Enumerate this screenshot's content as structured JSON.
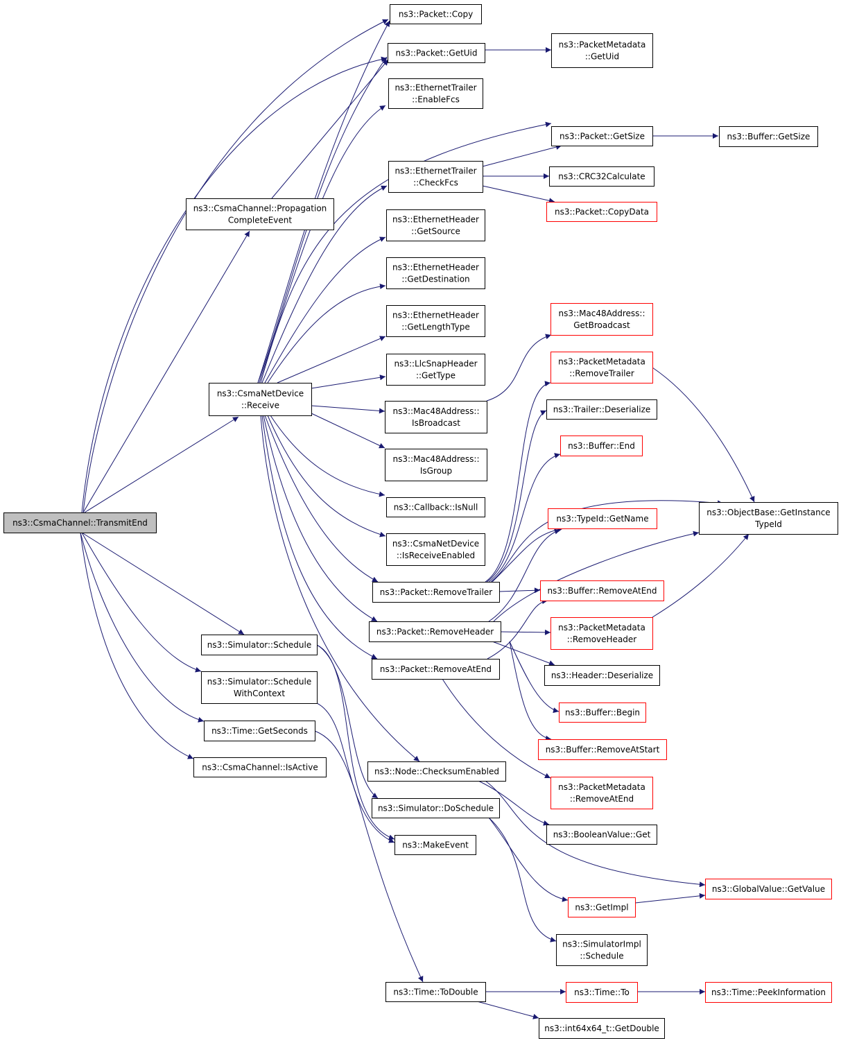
{
  "graph": {
    "edge_color": "#191970",
    "nodes": [
      {
        "id": "transmitend",
        "lines": [
          "ns3::CsmaChannel::TransmitEnd"
        ],
        "style": "current"
      },
      {
        "id": "copy",
        "lines": [
          "ns3::Packet::Copy"
        ],
        "style": "normal"
      },
      {
        "id": "getuid",
        "lines": [
          "ns3::Packet::GetUid"
        ],
        "style": "normal"
      },
      {
        "id": "pm_getuid",
        "lines": [
          "ns3::PacketMetadata",
          "::GetUid"
        ],
        "style": "normal"
      },
      {
        "id": "enablefcs",
        "lines": [
          "ns3::EthernetTrailer",
          "::EnableFcs"
        ],
        "style": "normal"
      },
      {
        "id": "getsize",
        "lines": [
          "ns3::Packet::GetSize"
        ],
        "style": "normal"
      },
      {
        "id": "buf_getsize",
        "lines": [
          "ns3::Buffer::GetSize"
        ],
        "style": "normal"
      },
      {
        "id": "checkfcs",
        "lines": [
          "ns3::EthernetTrailer",
          "::CheckFcs"
        ],
        "style": "normal"
      },
      {
        "id": "crc32",
        "lines": [
          "ns3::CRC32Calculate"
        ],
        "style": "normal"
      },
      {
        "id": "copydata",
        "lines": [
          "ns3::Packet::CopyData"
        ],
        "style": "red"
      },
      {
        "id": "propagation",
        "lines": [
          "ns3::CsmaChannel::Propagation",
          "CompleteEvent"
        ],
        "style": "normal"
      },
      {
        "id": "getsource",
        "lines": [
          "ns3::EthernetHeader",
          "::GetSource"
        ],
        "style": "normal"
      },
      {
        "id": "getdestination",
        "lines": [
          "ns3::EthernetHeader",
          "::GetDestination"
        ],
        "style": "normal"
      },
      {
        "id": "getlengthtype",
        "lines": [
          "ns3::EthernetHeader",
          "::GetLengthType"
        ],
        "style": "normal"
      },
      {
        "id": "getbroadcast",
        "lines": [
          "ns3::Mac48Address::",
          "GetBroadcast"
        ],
        "style": "red"
      },
      {
        "id": "gettype",
        "lines": [
          "ns3::LlcSnapHeader",
          "::GetType"
        ],
        "style": "normal"
      },
      {
        "id": "pm_removetrailer",
        "lines": [
          "ns3::PacketMetadata",
          "::RemoveTrailer"
        ],
        "style": "red"
      },
      {
        "id": "receive",
        "lines": [
          "ns3::CsmaNetDevice",
          "::Receive"
        ],
        "style": "normal"
      },
      {
        "id": "isbroadcast",
        "lines": [
          "ns3::Mac48Address::",
          "IsBroadcast"
        ],
        "style": "normal"
      },
      {
        "id": "trailer_deser",
        "lines": [
          "ns3::Trailer::Deserialize"
        ],
        "style": "normal"
      },
      {
        "id": "buf_end",
        "lines": [
          "ns3::Buffer::End"
        ],
        "style": "red"
      },
      {
        "id": "isgroup",
        "lines": [
          "ns3::Mac48Address::",
          "IsGroup"
        ],
        "style": "normal"
      },
      {
        "id": "isnull",
        "lines": [
          "ns3::Callback::IsNull"
        ],
        "style": "normal"
      },
      {
        "id": "getname",
        "lines": [
          "ns3::TypeId::GetName"
        ],
        "style": "red"
      },
      {
        "id": "getinstancetypeid",
        "lines": [
          "ns3::ObjectBase::GetInstance",
          "TypeId"
        ],
        "style": "normal"
      },
      {
        "id": "isreceiveenabled",
        "lines": [
          "ns3::CsmaNetDevice",
          "::IsReceiveEnabled"
        ],
        "style": "normal"
      },
      {
        "id": "removetrailer",
        "lines": [
          "ns3::Packet::RemoveTrailer"
        ],
        "style": "normal"
      },
      {
        "id": "buf_removeatend",
        "lines": [
          "ns3::Buffer::RemoveAtEnd"
        ],
        "style": "red"
      },
      {
        "id": "removeheader",
        "lines": [
          "ns3::Packet::RemoveHeader"
        ],
        "style": "normal"
      },
      {
        "id": "pm_removeheader",
        "lines": [
          "ns3::PacketMetadata",
          "::RemoveHeader"
        ],
        "style": "red"
      },
      {
        "id": "schedule",
        "lines": [
          "ns3::Simulator::Schedule"
        ],
        "style": "normal"
      },
      {
        "id": "removeatend",
        "lines": [
          "ns3::Packet::RemoveAtEnd"
        ],
        "style": "normal"
      },
      {
        "id": "header_deser",
        "lines": [
          "ns3::Header::Deserialize"
        ],
        "style": "normal"
      },
      {
        "id": "schedulewithcontext",
        "lines": [
          "ns3::Simulator::Schedule",
          "WithContext"
        ],
        "style": "normal"
      },
      {
        "id": "buf_begin",
        "lines": [
          "ns3::Buffer::Begin"
        ],
        "style": "red"
      },
      {
        "id": "getseconds",
        "lines": [
          "ns3::Time::GetSeconds"
        ],
        "style": "normal"
      },
      {
        "id": "buf_removeatstart",
        "lines": [
          "ns3::Buffer::RemoveAtStart"
        ],
        "style": "red"
      },
      {
        "id": "isactive",
        "lines": [
          "ns3::CsmaChannel::IsActive"
        ],
        "style": "normal"
      },
      {
        "id": "checksumenabled",
        "lines": [
          "ns3::Node::ChecksumEnabled"
        ],
        "style": "normal"
      },
      {
        "id": "pm_removeatend",
        "lines": [
          "ns3::PacketMetadata",
          "::RemoveAtEnd"
        ],
        "style": "red"
      },
      {
        "id": "doschedule",
        "lines": [
          "ns3::Simulator::DoSchedule"
        ],
        "style": "normal"
      },
      {
        "id": "booleanvalue_get",
        "lines": [
          "ns3::BooleanValue::Get"
        ],
        "style": "normal"
      },
      {
        "id": "makeevent",
        "lines": [
          "ns3::MakeEvent"
        ],
        "style": "normal"
      },
      {
        "id": "globalvalue_getvalue",
        "lines": [
          "ns3::GlobalValue::GetValue"
        ],
        "style": "red"
      },
      {
        "id": "getimpl",
        "lines": [
          "ns3::GetImpl"
        ],
        "style": "red"
      },
      {
        "id": "simimpl_schedule",
        "lines": [
          "ns3::SimulatorImpl",
          "::Schedule"
        ],
        "style": "normal"
      },
      {
        "id": "todouble",
        "lines": [
          "ns3::Time::ToDouble"
        ],
        "style": "normal"
      },
      {
        "id": "time_to",
        "lines": [
          "ns3::Time::To"
        ],
        "style": "red"
      },
      {
        "id": "peekinformation",
        "lines": [
          "ns3::Time::PeekInformation"
        ],
        "style": "red"
      },
      {
        "id": "getdouble",
        "lines": [
          "ns3::int64x64_t::GetDouble"
        ],
        "style": "normal"
      }
    ]
  }
}
